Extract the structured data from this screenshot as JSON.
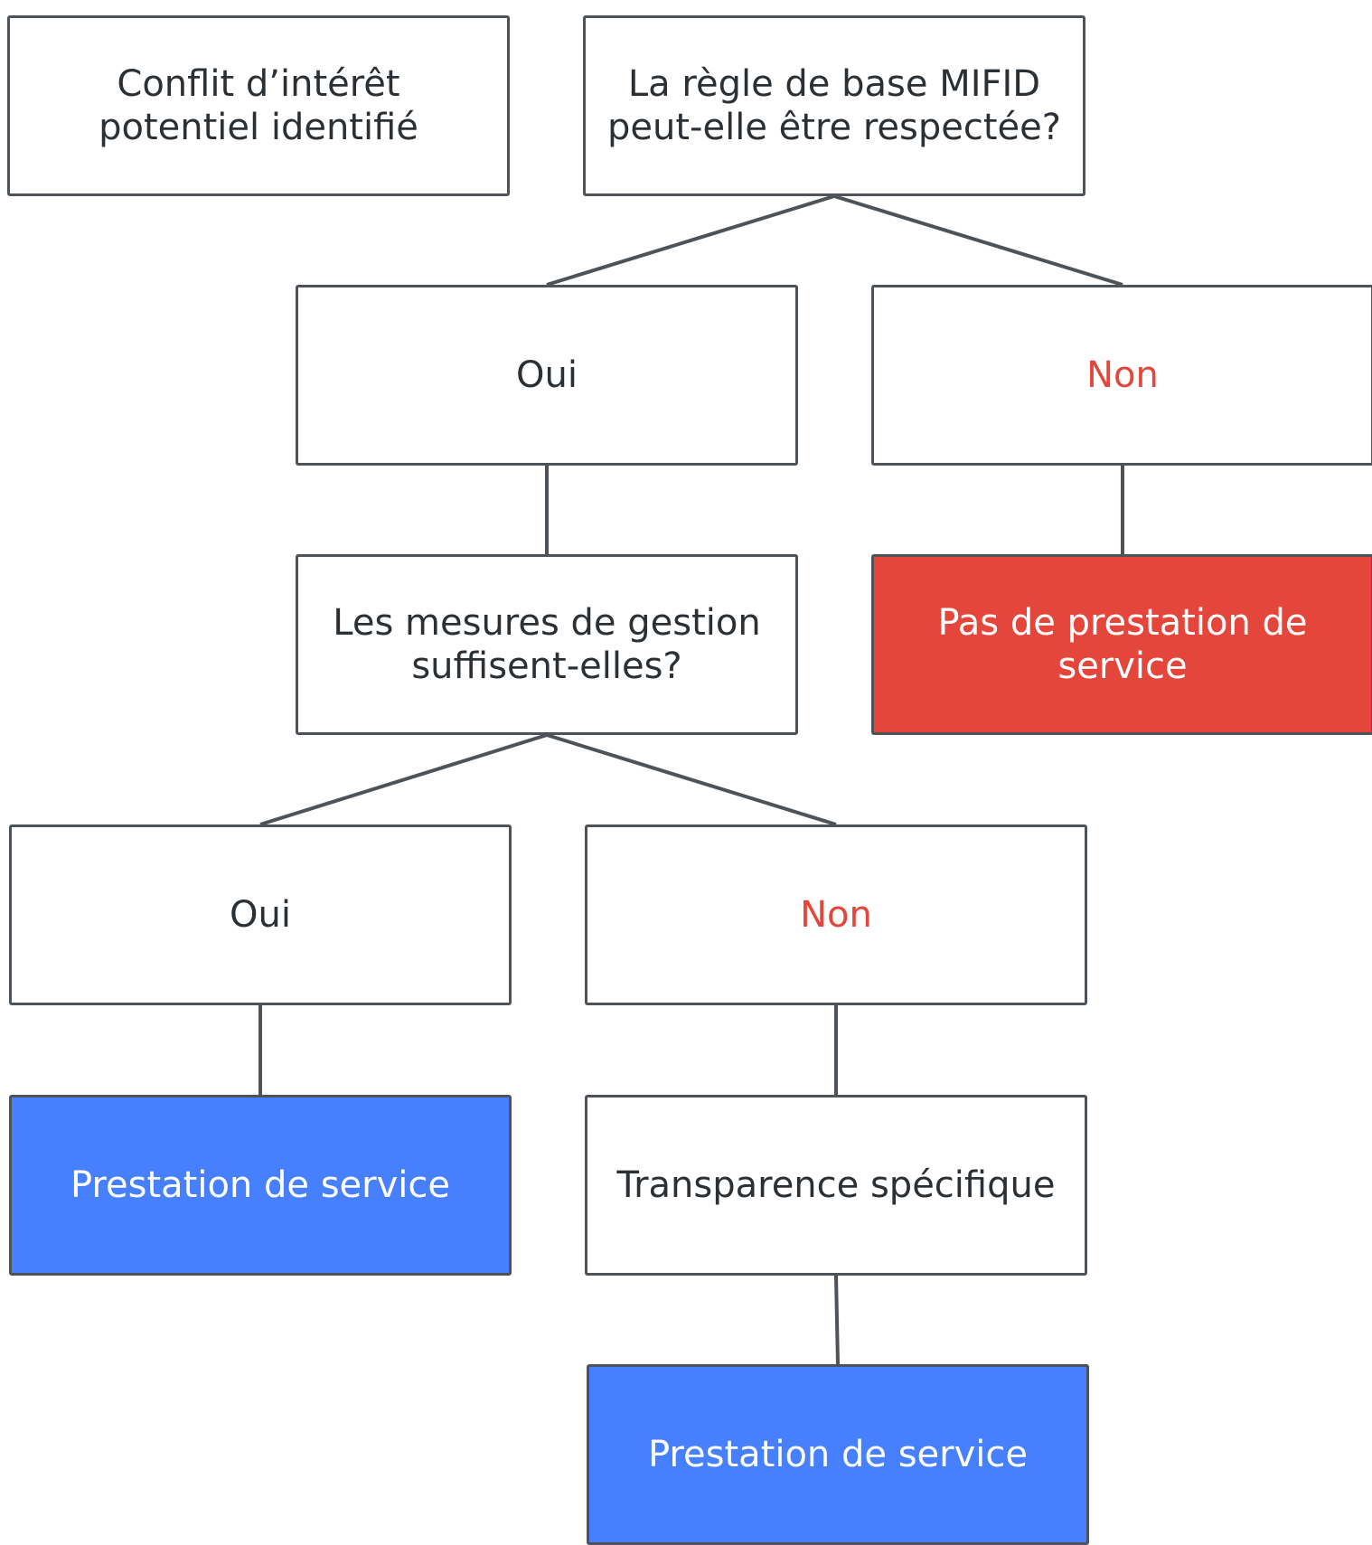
{
  "colors": {
    "border": "#4d5358",
    "text": "#2b3035",
    "negative": "#e5463b",
    "positive": "#4780ff"
  },
  "nodes": {
    "conflict": "Conflit d’intérêt potentiel identifié",
    "basic_rule_question": "La règle de base MIFID peut-elle être respectée?",
    "rule_yes": "Oui",
    "rule_no": "Non",
    "measures_question": "Les mesures de gestion suffisent-elles?",
    "no_service": "Pas de prestation de service",
    "measures_yes": "Oui",
    "measures_no": "Non",
    "service_a": "Prestation de service",
    "specific_transparency": "Transparence spécifique",
    "service_b": "Prestation de service"
  },
  "edges": [
    [
      "basic_rule_question",
      "rule_yes"
    ],
    [
      "basic_rule_question",
      "rule_no"
    ],
    [
      "rule_yes",
      "measures_question"
    ],
    [
      "rule_no",
      "no_service"
    ],
    [
      "measures_question",
      "measures_yes"
    ],
    [
      "measures_question",
      "measures_no"
    ],
    [
      "measures_yes",
      "service_a"
    ],
    [
      "measures_no",
      "specific_transparency"
    ],
    [
      "specific_transparency",
      "service_b"
    ]
  ]
}
